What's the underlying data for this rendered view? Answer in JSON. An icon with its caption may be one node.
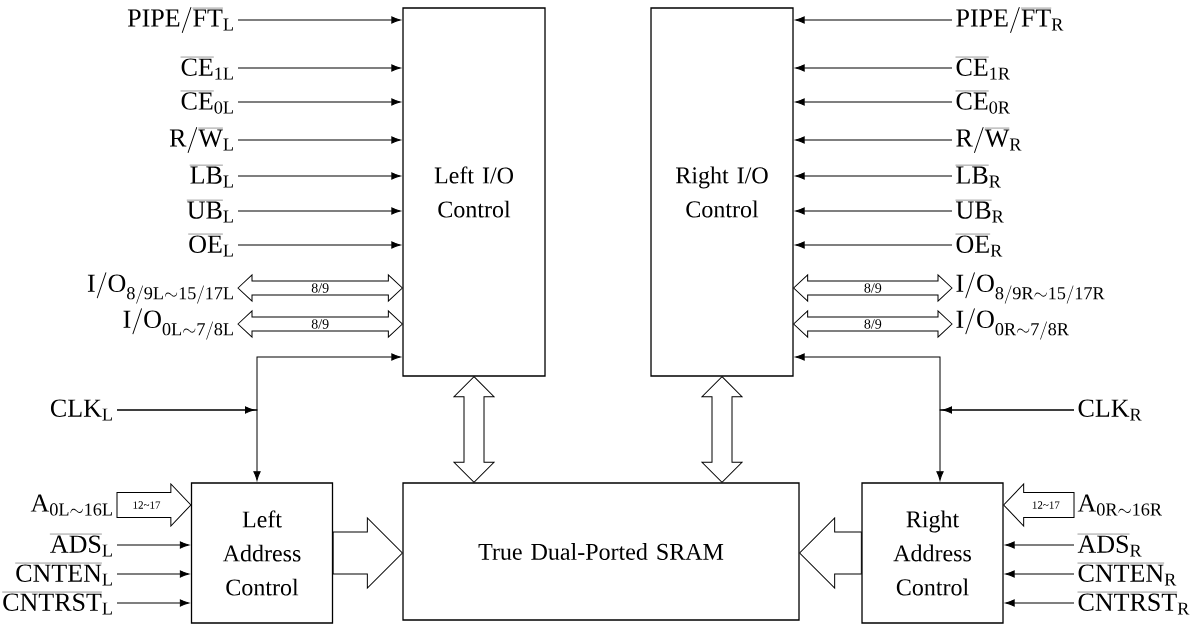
{
  "diagram": {
    "nodes": [
      {
        "text": [
          "Left I/O Control"
        ]
      },
      {
        "text": [
          "Right I/O Control"
        ]
      },
      {
        "text": [
          "Left Address Control"
        ]
      },
      {
        "text": [
          "True Dual-Ported SRAM"
        ]
      },
      {
        "text": [
          "Right Address Control"
        ]
      },
      {
        "text": [
          "\\mathrm{PIPE}/\\overline{\\mathrm{FT}}_{\\mathrm{L}}"
        ]
      },
      {
        "text": [
          "\\overline{\\mathrm{CE}}_{\\mathrm{1L}}"
        ]
      },
      {
        "text": [
          "\\overline{\\mathrm{CE}}_{\\mathrm{0L}}"
        ]
      },
      {
        "text": [
          "\\mathrm{R}/\\overline{\\mathrm{W}}_{\\mathrm{L}}"
        ]
      },
      {
        "text": [
          "\\overline{\\mathrm{LB}}_{\\mathrm{L}}"
        ]
      },
      {
        "text": [
          "\\overline{\\mathrm{UB}}_{\\mathrm{L}}"
        ]
      },
      {
        "text": [
          "\\overline{\\mathrm{OE}}_{\\mathrm{L}}"
        ]
      },
      {
        "text": [
          "\\mathrm{I/O}_{\\mathrm{8/9L{\\sim}15/17L}}"
        ]
      },
      {
        "text": [
          "\\mathrm{I/O}_{\\mathrm{0L{\\sim}7/8L}}"
        ]
      },
      {
        "text": [
          "\\mathrm{CLK}_{\\mathrm{L}}"
        ]
      },
      {
        "text": [
          "\\mathrm{A}_{\\mathrm{0L{\\sim}16L}}"
        ]
      },
      {
        "text": [
          "\\overline{\\mathrm{ADS}}_{\\mathrm{L}}"
        ]
      },
      {
        "text": [
          "\\overline{\\mathrm{CNTEN}}_{\\mathrm{L}}"
        ]
      },
      {
        "text": [
          "\\overline{\\mathrm{CNTRST}}_{\\mathrm{L}}"
        ]
      },
      {
        "text": [
          "\\mathrm{PIPE}/\\overline{\\mathrm{FT}}_{\\mathrm{R}}"
        ]
      },
      {
        "text": [
          "\\overline{\\mathrm{CE}}_{\\mathrm{1R}}"
        ]
      },
      {
        "text": [
          "\\overline{\\mathrm{CE}}_{\\mathrm{0R}}"
        ]
      },
      {
        "text": [
          "\\mathrm{R}/\\overline{\\mathrm{W}}_{\\mathrm{R}}"
        ]
      },
      {
        "text": [
          "\\overline{\\mathrm{LB}}_{\\mathrm{R}}"
        ]
      },
      {
        "text": [
          "\\overline{\\mathrm{UB}}_{\\mathrm{R}}"
        ]
      },
      {
        "text": [
          "\\overline{\\mathrm{OE}}_{\\mathrm{R}}"
        ]
      },
      {
        "text": [
          "\\mathrm{I/O}_{\\mathrm{8/9R{\\sim}15/17R}}"
        ]
      },
      {
        "text": [
          "\\mathrm{I/O}_{\\mathrm{0R{\\sim}7/8R}}"
        ]
      },
      {
        "text": [
          "\\mathrm{CLK}_{\\mathrm{R}}"
        ]
      },
      {
        "text": [
          "\\mathrm{A}_{\\mathrm{0R{\\sim}16R}}"
        ]
      },
      {
        "text": [
          "\\overline{\\mathrm{ADS}}_{\\mathrm{R}}"
        ]
      },
      {
        "text": [
          "\\overline{\\mathrm{CNTEN}}_{\\mathrm{R}}"
        ]
      },
      {
        "text": [
          "\\overline{\\mathrm{CNTRST}}_{\\mathrm{R}}"
        ]
      }
    ],
    "edges": [
      {
        "from": 5,
        "to": 0,
        "arrow": "to"
      },
      {
        "from": 6,
        "to": 0,
        "arrow": "to"
      },
      {
        "from": 7,
        "to": 0,
        "arrow": "to"
      },
      {
        "from": 8,
        "to": 0,
        "arrow": "to"
      },
      {
        "from": 9,
        "to": 0,
        "arrow": "to"
      },
      {
        "from": 10,
        "to": 0,
        "arrow": "to"
      },
      {
        "from": 11,
        "to": 0,
        "arrow": "to"
      },
      {
        "from": 12,
        "to": 0,
        "arrow": "both",
        "style": "thick",
        "label": "8/9"
      },
      {
        "from": 13,
        "to": 0,
        "arrow": "both",
        "style": "thick",
        "label": "8/9"
      },
      {
        "from": 14,
        "to": 0,
        "arrow": "to"
      },
      {
        "from": 14,
        "to": 2,
        "arrow": "to"
      },
      {
        "from": 15,
        "to": 2,
        "arrow": "to",
        "style": "thick",
        "label": "12~17"
      },
      {
        "from": 16,
        "to": 2,
        "arrow": "to"
      },
      {
        "from": 17,
        "to": 2,
        "arrow": "to"
      },
      {
        "from": 18,
        "to": 2,
        "arrow": "to"
      },
      {
        "from": 19,
        "to": 1,
        "arrow": "to"
      },
      {
        "from": 20,
        "to": 1,
        "arrow": "to"
      },
      {
        "from": 21,
        "to": 1,
        "arrow": "to"
      },
      {
        "from": 22,
        "to": 1,
        "arrow": "to"
      },
      {
        "from": 23,
        "to": 1,
        "arrow": "to"
      },
      {
        "from": 24,
        "to": 1,
        "arrow": "to"
      },
      {
        "from": 25,
        "to": 1,
        "arrow": "to"
      },
      {
        "from": 26,
        "to": 1,
        "arrow": "both",
        "style": "thick",
        "label": "8/9"
      },
      {
        "from": 27,
        "to": 1,
        "arrow": "both",
        "style": "thick",
        "label": "8/9"
      },
      {
        "from": 28,
        "to": 1,
        "arrow": "to"
      },
      {
        "from": 28,
        "to": 4,
        "arrow": "to"
      },
      {
        "from": 29,
        "to": 4,
        "arrow": "to",
        "style": "thick",
        "label": "12~17"
      },
      {
        "from": 30,
        "to": 4,
        "arrow": "to"
      },
      {
        "from": 31,
        "to": 4,
        "arrow": "to"
      },
      {
        "from": 32,
        "to": 4,
        "arrow": "to"
      },
      {
        "from": 0,
        "to": 3,
        "arrow": "both",
        "style": "thick"
      },
      {
        "from": 1,
        "to": 3,
        "arrow": "both",
        "style": "thick"
      },
      {
        "from": 2,
        "to": 3,
        "arrow": "to",
        "style": "thick"
      },
      {
        "from": 4,
        "to": 3,
        "arrow": "to",
        "style": "thick"
      }
    ]
  }
}
